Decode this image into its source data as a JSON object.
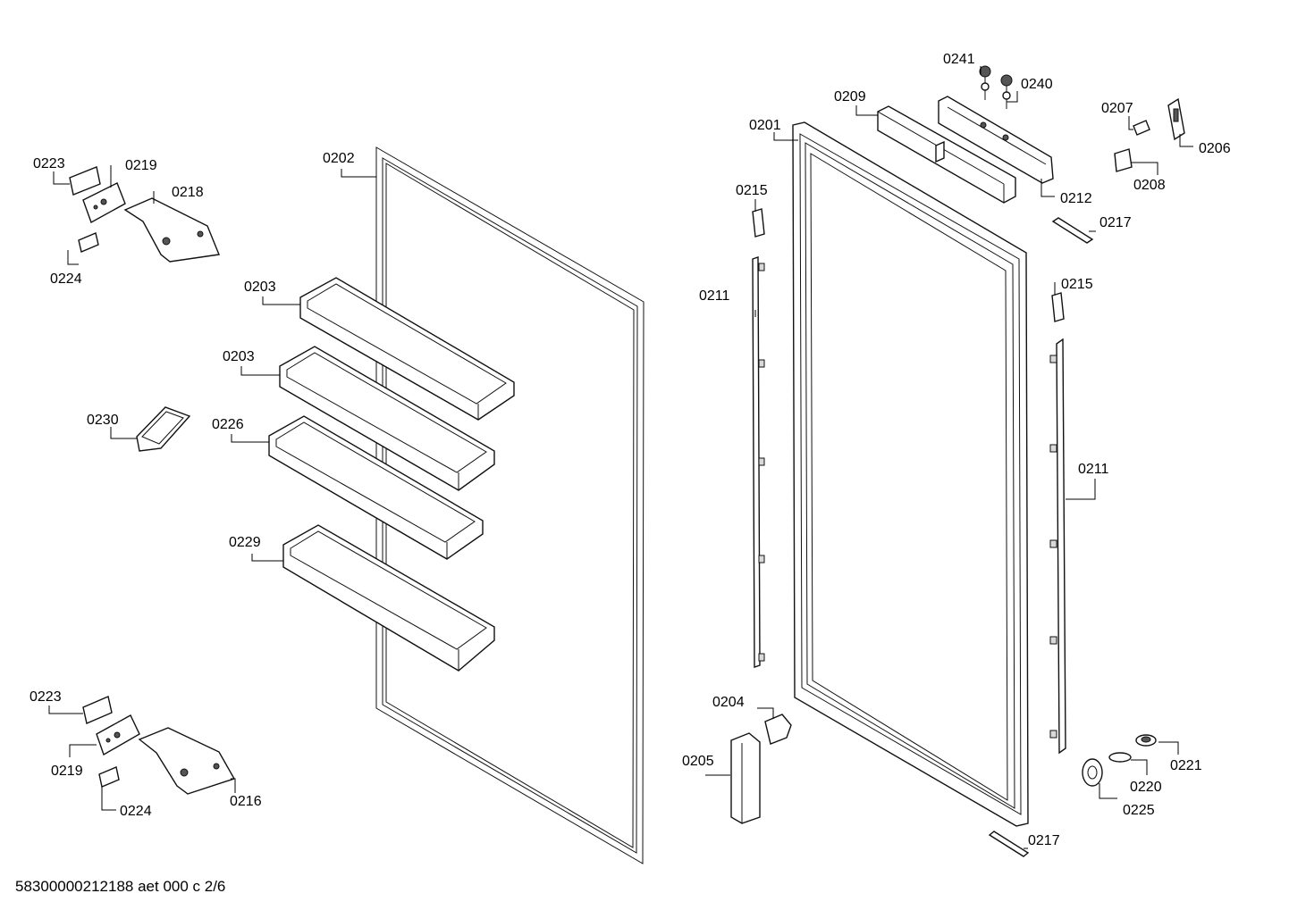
{
  "footer": {
    "doc_id": "58300000212188 aet 000 c 2/6"
  },
  "labels": [
    {
      "key": "l0241",
      "text": "0241"
    },
    {
      "key": "l0240",
      "text": "0240"
    },
    {
      "key": "l0209",
      "text": "0209"
    },
    {
      "key": "l0207",
      "text": "0207"
    },
    {
      "key": "l0201",
      "text": "0201"
    },
    {
      "key": "l0206",
      "text": "0206"
    },
    {
      "key": "l0212",
      "text": "0212"
    },
    {
      "key": "l0208",
      "text": "0208"
    },
    {
      "key": "l0215a",
      "text": "0215"
    },
    {
      "key": "l0217a",
      "text": "0217"
    },
    {
      "key": "l0215b",
      "text": "0215"
    },
    {
      "key": "l0211a",
      "text": "0211"
    },
    {
      "key": "l0211b",
      "text": "0211"
    },
    {
      "key": "l0204",
      "text": "0204"
    },
    {
      "key": "l0205",
      "text": "0205"
    },
    {
      "key": "l0221",
      "text": "0221"
    },
    {
      "key": "l0220",
      "text": "0220"
    },
    {
      "key": "l0225",
      "text": "0225"
    },
    {
      "key": "l0217b",
      "text": "0217"
    },
    {
      "key": "l0202",
      "text": "0202"
    },
    {
      "key": "l0223a",
      "text": "0223"
    },
    {
      "key": "l0219a",
      "text": "0219"
    },
    {
      "key": "l0218",
      "text": "0218"
    },
    {
      "key": "l0224a",
      "text": "0224"
    },
    {
      "key": "l0203a",
      "text": "0203"
    },
    {
      "key": "l0203b",
      "text": "0203"
    },
    {
      "key": "l0230",
      "text": "0230"
    },
    {
      "key": "l0226",
      "text": "0226"
    },
    {
      "key": "l0229",
      "text": "0229"
    },
    {
      "key": "l0223b",
      "text": "0223"
    },
    {
      "key": "l0219b",
      "text": "0219"
    },
    {
      "key": "l0216",
      "text": "0216"
    },
    {
      "key": "l0224b",
      "text": "0224"
    }
  ]
}
